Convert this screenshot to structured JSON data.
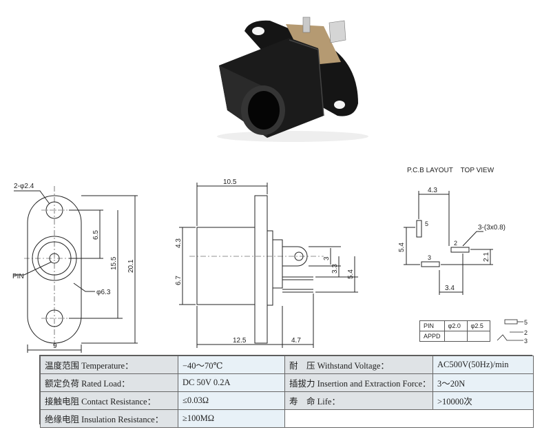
{
  "pcb": {
    "title": "P.C.B LAYOUT    TOP VIEW",
    "dim_width": "4.3",
    "dim_height": "5.4",
    "dim_pad": "3-(3x0.8)",
    "dim_offset": "2.1",
    "dim_bottom": "3.4",
    "pad5": "5",
    "pad2": "2",
    "pad3": "3"
  },
  "front_view": {
    "hole_label": "2-φ2.4",
    "pin_label": "PIN",
    "bore_label": "φ6.3",
    "dim_bottom": "9",
    "dim_65": "6.5",
    "dim_155": "15.5",
    "dim_201": "20.1"
  },
  "side_view": {
    "dim_top": "10.5",
    "dim_43": "4.3",
    "dim_67": "6.7",
    "dim_3": "3",
    "dim_33": "3.3",
    "dim_54": "5.4",
    "dim_125": "12.5",
    "dim_47": "4.7"
  },
  "pin_table": {
    "rows": [
      [
        "PIN",
        "φ2.0",
        "φ2.5"
      ],
      [
        "APPD",
        "",
        ""
      ]
    ],
    "schematic_pins": [
      "5",
      "2",
      "3"
    ]
  },
  "specs": [
    {
      "label": "温度范围 Temperature：",
      "value": "−40～70℃",
      "label2": "耐　压 Withstand Voltage：",
      "value2": "AC500V(50Hz)/min"
    },
    {
      "label": "额定负荷 Rated Load：",
      "value": "DC  50V  0.2A",
      "label2": "插拔力 Insertion and Extraction Force：",
      "value2": "3～20N"
    },
    {
      "label": "接触电阻 Contact Resistance：",
      "value": "≤0.03Ω",
      "label2": "寿　命 Life：",
      "value2": ">10000次"
    },
    {
      "label": "绝缘电阻 Insulation Resistance：",
      "value": "≥100MΩ",
      "label2": "",
      "value2": ""
    }
  ]
}
